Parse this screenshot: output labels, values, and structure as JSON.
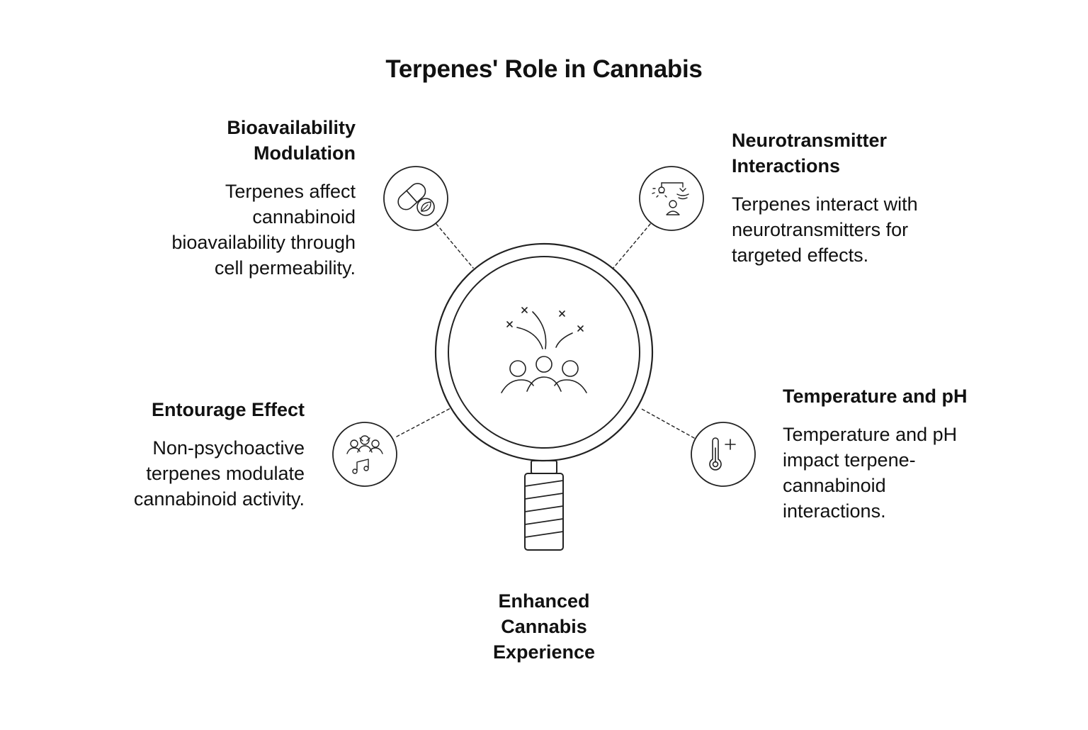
{
  "title": "Terpenes' Role in Cannabis",
  "center": {
    "label": "Enhanced Cannabis Experience",
    "icon": "celebration-group-icon"
  },
  "items": [
    {
      "heading": "Bioavailability Modulation",
      "body": "Terpenes affect cannabinoid bioavailability through cell permeability.",
      "icon": "capsule-leaf-icon"
    },
    {
      "heading": "Neurotransmitter Interactions",
      "body": "Terpenes interact with neurotransmitters for targeted effects.",
      "icon": "neuro-signal-icon"
    },
    {
      "heading": "Entourage Effect",
      "body": "Non-psychoactive terpenes modulate cannabinoid activity.",
      "icon": "group-music-icon"
    },
    {
      "heading": "Temperature and pH",
      "body": "Temperature and pH impact terpene-cannabinoid interactions.",
      "icon": "thermometer-icon"
    }
  ],
  "colors": {
    "stroke": "#222222",
    "text": "#111111",
    "background": "#ffffff"
  }
}
